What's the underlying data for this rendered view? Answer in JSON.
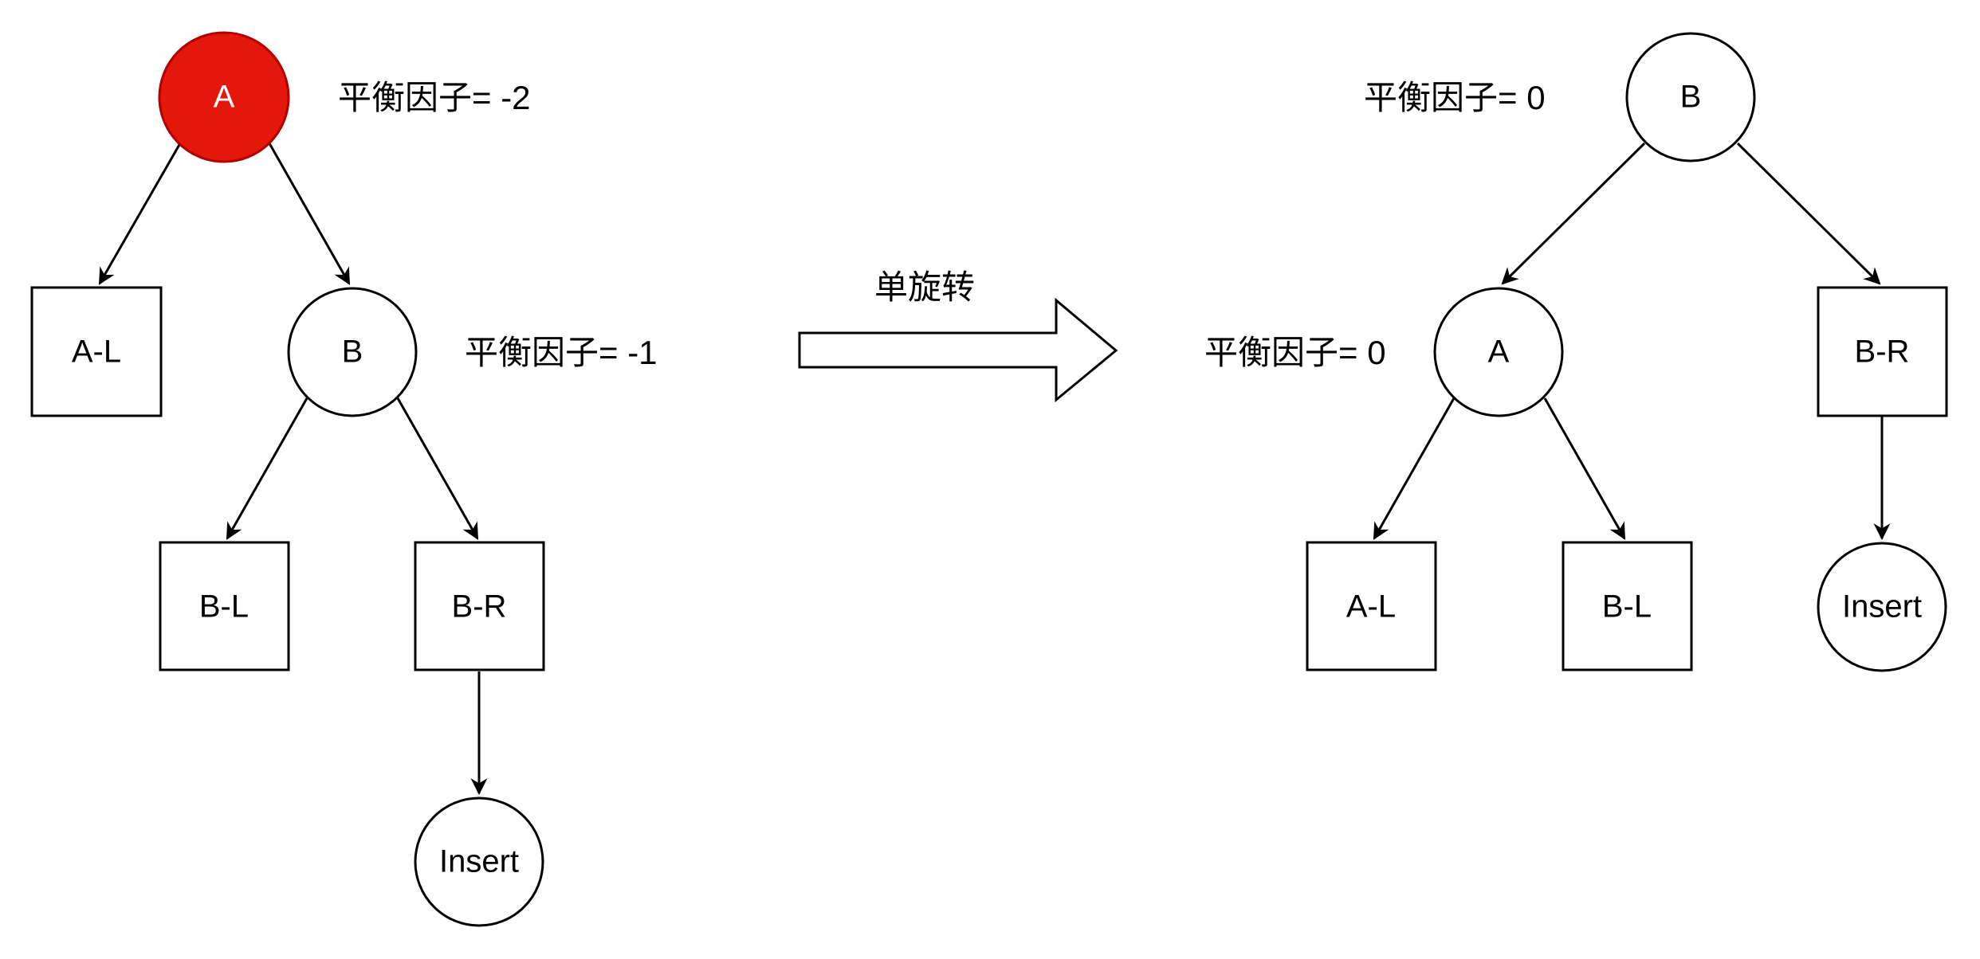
{
  "colors": {
    "highlight_fill": "#e3170a",
    "highlight_stroke": "#b20000",
    "highlight_text": "#ffffff",
    "line": "#000000",
    "background": "#ffffff"
  },
  "before": {
    "node_a": "A",
    "node_a_balance": "平衡因子= -2",
    "node_al": "A-L",
    "node_b": "B",
    "node_b_balance": "平衡因子= -1",
    "node_bl": "B-L",
    "node_br": "B-R",
    "node_insert": "Insert"
  },
  "transform": {
    "label": "单旋转"
  },
  "after": {
    "node_b": "B",
    "node_b_balance": "平衡因子= 0",
    "node_a": "A",
    "node_a_balance": "平衡因子= 0",
    "node_al": "A-L",
    "node_bl": "B-L",
    "node_br": "B-R",
    "node_insert": "Insert"
  }
}
